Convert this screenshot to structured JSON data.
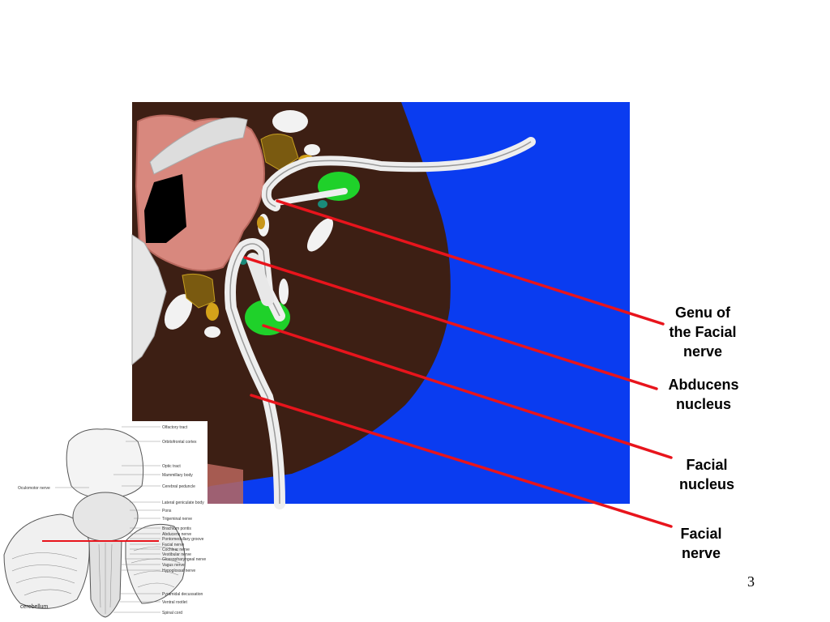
{
  "labels": {
    "genu": [
      "Genu of",
      "the Facial",
      "nerve"
    ],
    "abducens": [
      "Abducens",
      "nucleus"
    ],
    "facial_nucleus": [
      "Facial",
      "nucleus"
    ],
    "facial_nerve": [
      "Facial",
      "nerve"
    ]
  },
  "page_number": "3",
  "inset": {
    "left_label": "Oculomotor nerve",
    "bottom_label": "cerebellum",
    "right_labels": [
      "Olfactory tract",
      "Orbitofrontal cortex",
      "Optic tract",
      "Mammillary body",
      "Cerebral peduncle",
      "Lateral geniculate body",
      "Pons",
      "Trigeminal nerve",
      "Brachium pontis",
      "Abducens nerve",
      "Pontomedullary groove",
      "Facial nerve",
      "Cochlear nerve",
      "Vestibular nerve",
      "Glossopharyngeal nerve",
      "Vagus nerve",
      "Hypoglossal nerve",
      "Pyramidal decussation",
      "Ventral rootlet",
      "Spinal cord"
    ]
  },
  "colors": {
    "background_blue": "#0a3cf0",
    "brainstem": "#3d1f14",
    "pink_tissue": "#d8887e",
    "nucleus_green": "#1fd12a",
    "pointer_red": "#e8141c",
    "nerve_white": "#eeeeee"
  }
}
